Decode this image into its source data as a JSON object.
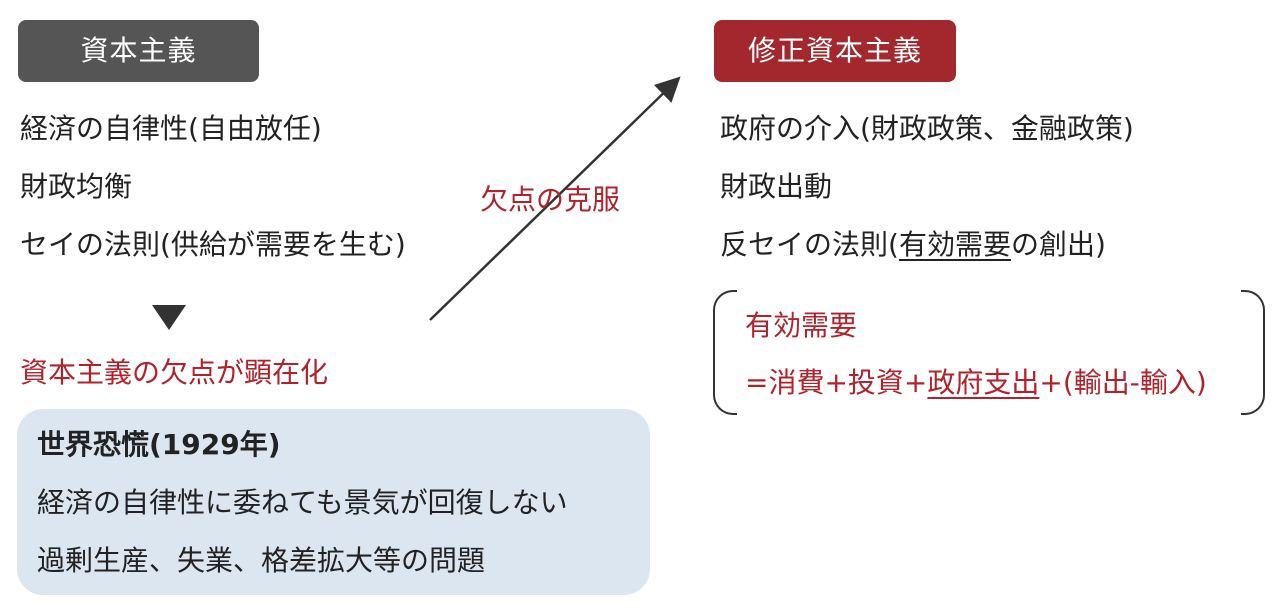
{
  "capitalism": {
    "title": "資本主義",
    "items": [
      "経済の自律性(自由放任)",
      "財政均衡",
      "セイの法則(供給が需要を生む)"
    ],
    "defect": "資本主義の欠点が顕在化"
  },
  "great_depression": {
    "title": "世界恐慌(1929年)",
    "lines": [
      "経済の自律性に委ねても景気が回復しない",
      "過剰生産、失業、格差拡大等の問題"
    ]
  },
  "arrow_label": "欠点の克服",
  "modified_capitalism": {
    "title": "修正資本主義",
    "item1": "政府の介入(財政政策、金融政策)",
    "item2": "財政出動",
    "item3": {
      "prefix": "反セイの法則(",
      "underlined": "有効需要",
      "suffix": "の創出)"
    }
  },
  "effective_demand": {
    "title": "有効需要",
    "formula": {
      "part1": "=消費+投資+",
      "underlined": "政府支出",
      "part2": "+(輸出-輸入)"
    }
  },
  "colors": {
    "left_badge": "#555555",
    "right_badge": "#a3282d",
    "accent_red": "#b3222a",
    "box_bg": "#dce6f1"
  }
}
